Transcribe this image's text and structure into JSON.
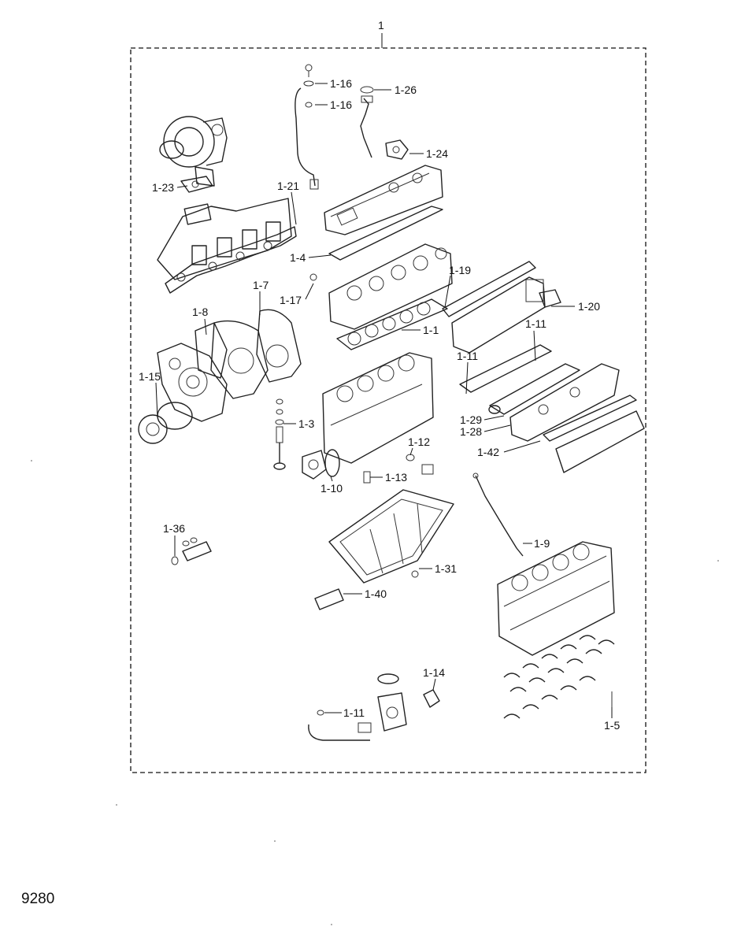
{
  "page_number": "9280",
  "assembly_label": "1",
  "callouts": {
    "c_1_16a": "1-16",
    "c_1_16b": "1-16",
    "c_1_26": "1-26",
    "c_1_24": "1-24",
    "c_1_23": "1-23",
    "c_1_21": "1-21",
    "c_1_4": "1-4",
    "c_1_19": "1-19",
    "c_1_20": "1-20",
    "c_1_17": "1-17",
    "c_1_7": "1-7",
    "c_1_8": "1-8",
    "c_1_1": "1-1",
    "c_1_11a": "1-11",
    "c_1_11b": "1-11",
    "c_1_15": "1-15",
    "c_1_3": "1-3",
    "c_1_29": "1-29",
    "c_1_28": "1-28",
    "c_1_42": "1-42",
    "c_1_12": "1-12",
    "c_1_13": "1-13",
    "c_1_10": "1-10",
    "c_1_36": "1-36",
    "c_1_9": "1-9",
    "c_1_31": "1-31",
    "c_1_40": "1-40",
    "c_1_14": "1-14",
    "c_1_11c": "1-11",
    "c_1_5": "1-5"
  }
}
